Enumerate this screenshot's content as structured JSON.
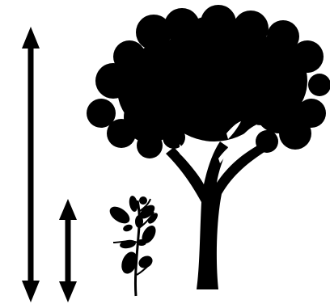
{
  "figure": {
    "elements": [
      {
        "role": "tall-arrow",
        "icon": "double-headed-arrow",
        "color": "#000000"
      },
      {
        "role": "short-arrow",
        "icon": "double-headed-arrow",
        "color": "#000000"
      },
      {
        "role": "seedling",
        "icon": "seedling-icon",
        "color": "#000000"
      },
      {
        "role": "tree",
        "icon": "tree-icon",
        "color": "#000000"
      }
    ],
    "background": "#ffffff"
  }
}
